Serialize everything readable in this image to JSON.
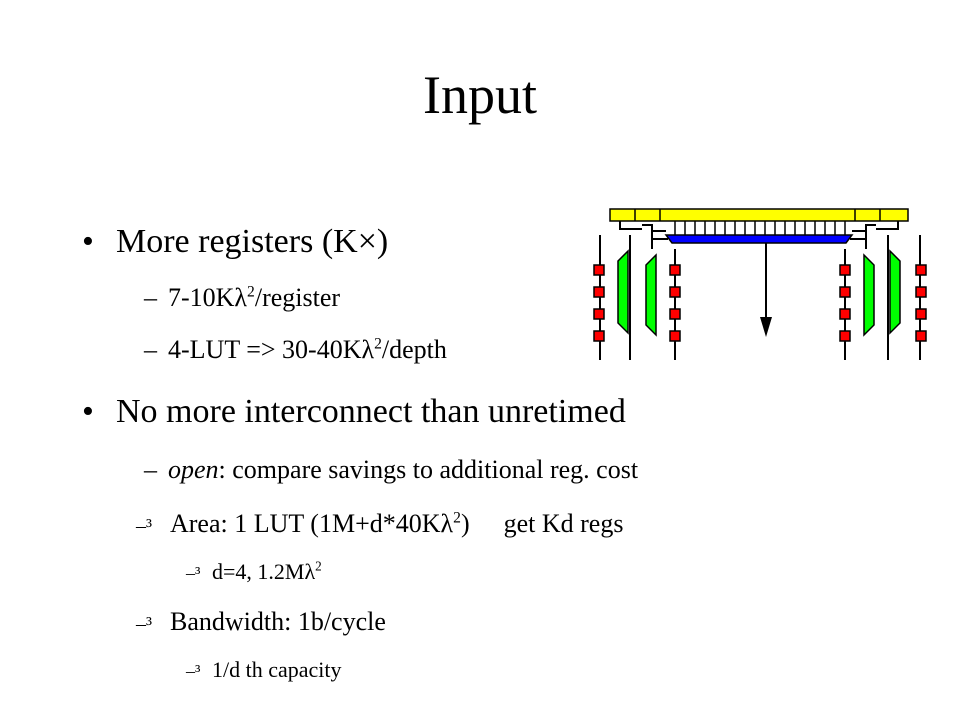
{
  "slide": {
    "title": "Input",
    "bullets": [
      {
        "text": "More registers (K×)",
        "subs": [
          {
            "prefix": "7-10Kλ",
            "sup": "2",
            "suffix": "/register"
          },
          {
            "prefix": "4-LUT => 30-40Kλ",
            "sup": "2",
            "suffix": "/depth"
          }
        ]
      },
      {
        "text": "No more interconnect than unretimed",
        "subs": [
          {
            "em": "open",
            "rest": ": compare savings to additional reg. cost"
          },
          {
            "prefix": "Area: 1 LUT (1M+d*40Kλ",
            "sup": "2",
            "suffix": ")",
            "tail": "get Kd regs",
            "subs": [
              {
                "prefix": "d=4, 1.2Mλ",
                "sup": "2"
              }
            ]
          },
          {
            "text": "Bandwidth: 1b/cycle",
            "subs": [
              {
                "text": "1/d th capacity"
              }
            ]
          }
        ]
      }
    ],
    "glyphs": {
      "bullet": "•",
      "dash": "–",
      "sub_glyph": "–³"
    }
  },
  "colors": {
    "bus_yellow": "#ffff00",
    "bus_blue": "#0000ff",
    "register_red": "#ff0000",
    "mux_green": "#00ff00",
    "line": "#000000"
  }
}
